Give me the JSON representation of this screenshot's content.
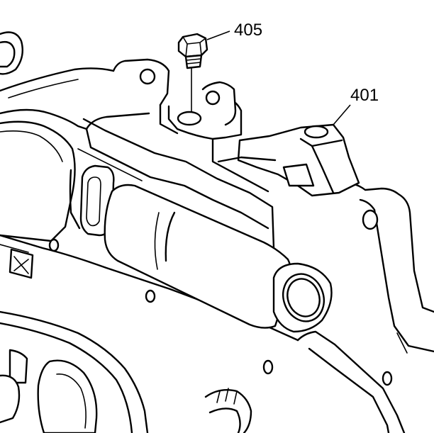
{
  "callouts": [
    {
      "id": "405",
      "label": "405"
    },
    {
      "id": "401",
      "label": "401"
    }
  ]
}
